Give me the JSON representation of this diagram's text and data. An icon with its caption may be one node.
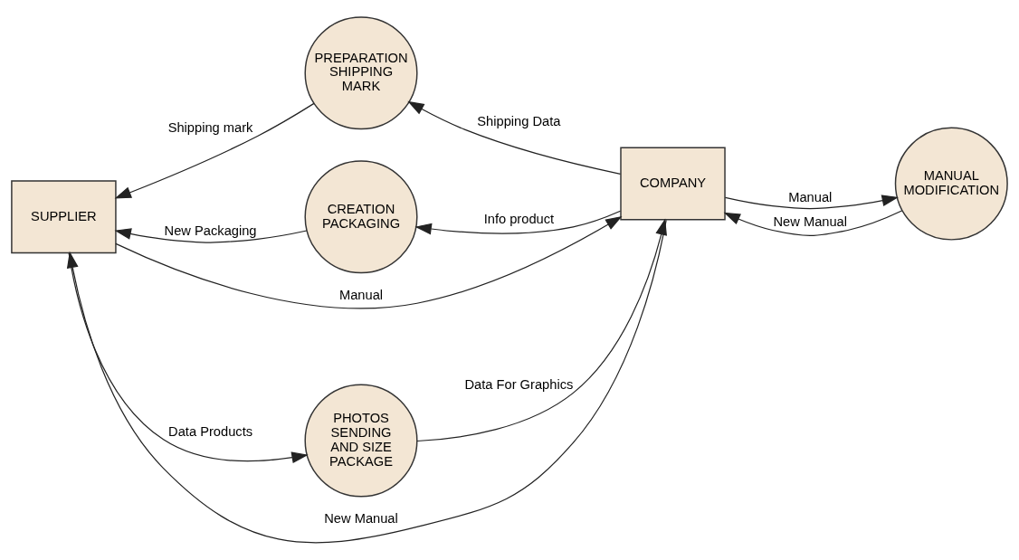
{
  "diagram": {
    "nodes": [
      {
        "text": [
          "PREPARATION SHIPPING MARK"
        ]
      },
      {
        "text": [
          "CREATION PACKAGING"
        ]
      },
      {
        "text": [
          "SUPPLIER"
        ]
      },
      {
        "text": [
          "COMPANY"
        ]
      },
      {
        "text": [
          "MANUAL MODIFICATION"
        ]
      },
      {
        "text": [
          "PHOTOS SENDING AND SIZE PACKAGE"
        ]
      }
    ],
    "edges": [
      {
        "from": 0,
        "to": 2,
        "arrow": "to",
        "label": "Shipping mark"
      },
      {
        "from": 3,
        "to": 0,
        "arrow": "to",
        "label": "Shipping Data"
      },
      {
        "from": 3,
        "to": 1,
        "arrow": "to",
        "label": "Info product"
      },
      {
        "from": 1,
        "to": 2,
        "arrow": "to",
        "label": "New Packaging"
      },
      {
        "from": 3,
        "to": 2,
        "arrow": "to",
        "label": "New Manual"
      },
      {
        "from": 2,
        "to": 3,
        "arrow": "to",
        "label": "Manual"
      },
      {
        "from": 3,
        "to": 4,
        "arrow": "to",
        "label": "Manual"
      },
      {
        "from": 4,
        "to": 3,
        "arrow": "to",
        "label": "New Manual"
      },
      {
        "from": 2,
        "to": 5,
        "arrow": "to",
        "label": "Data Products"
      },
      {
        "from": 5,
        "to": 3,
        "arrow": "to",
        "label": "Data For Graphics"
      }
    ]
  }
}
